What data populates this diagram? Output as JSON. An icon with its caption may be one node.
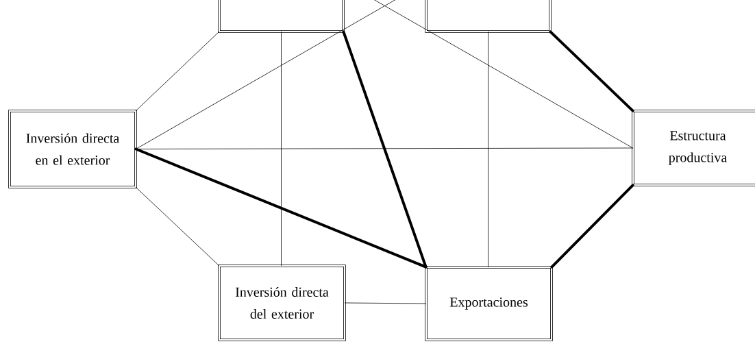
{
  "diagram": {
    "nodes": [
      {
        "text": [],
        "shape": "box"
      },
      {
        "text": [],
        "shape": "box"
      },
      {
        "text": [
          "Inversión directa en el exterior"
        ]
      },
      {
        "text": [
          "Estructura productiva"
        ]
      },
      {
        "text": [
          "Inversión directa del exterior"
        ]
      },
      {
        "text": [
          "Exportaciones"
        ]
      }
    ],
    "edges": [
      {
        "from": 0,
        "to": 2,
        "arrow": "none"
      },
      {
        "from": 0,
        "to": 5,
        "arrow": "none",
        "style": "thick"
      },
      {
        "from": 0,
        "to": 4,
        "arrow": "none"
      },
      {
        "from": 0,
        "to": 3,
        "arrow": "none"
      },
      {
        "from": 1,
        "to": 3,
        "arrow": "none",
        "style": "thick"
      },
      {
        "from": 1,
        "to": 5,
        "arrow": "none"
      },
      {
        "from": 2,
        "to": 3,
        "arrow": "none"
      },
      {
        "from": 2,
        "to": 4,
        "arrow": "none"
      },
      {
        "from": 2,
        "to": 5,
        "arrow": "none",
        "style": "thick"
      },
      {
        "from": 2,
        "to": 1,
        "arrow": "none"
      },
      {
        "from": 3,
        "to": 5,
        "arrow": "none",
        "style": "thick"
      },
      {
        "from": 4,
        "to": 5,
        "arrow": "none"
      }
    ]
  }
}
